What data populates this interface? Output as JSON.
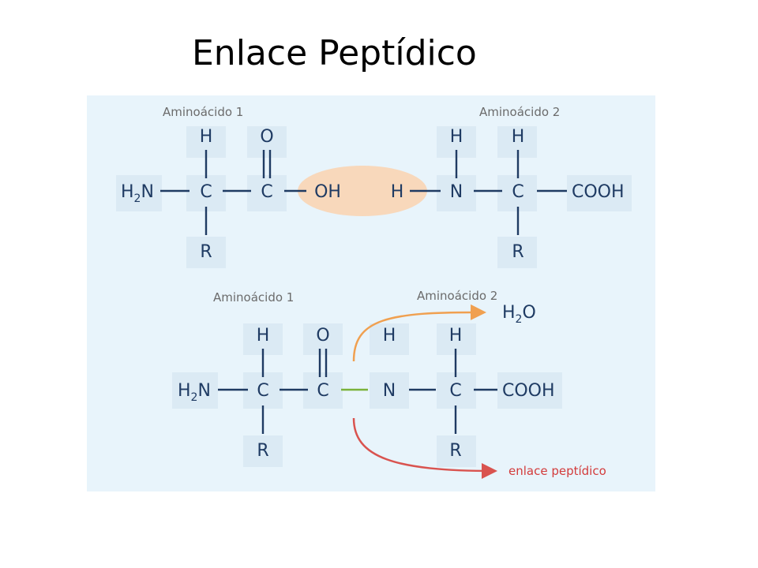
{
  "title": "Enlace Peptídico",
  "colors": {
    "panel": "#e8f4fb",
    "cell": "#dbeaf4",
    "bond": "#1f3b63",
    "highlight": "#f8d8bb",
    "peptide_bond": "#7bb23b",
    "water_arrow": "#f0a050",
    "peptide_arrow": "#d9534f",
    "peptide_label": "#d33b3b"
  },
  "top": {
    "label_aa1": "Aminoácido 1",
    "label_aa2": "Aminoácido 2",
    "atoms": {
      "h2n_main": "H",
      "h2n_sub": "2",
      "h2n_n": "N",
      "h1": "H",
      "c1": "C",
      "r1": "R",
      "o": "O",
      "c2": "C",
      "oh": "OH",
      "h_left": "H",
      "n": "N",
      "h_n": "H",
      "h2": "H",
      "c3": "C",
      "r2": "R",
      "cooh": "COOH"
    }
  },
  "bottom": {
    "label_aa1": "Aminoácido 1",
    "label_aa2": "Aminoácido 2",
    "water_main": "H",
    "water_sub": "2",
    "water_o": "O",
    "peptide_label": "enlace peptídico",
    "atoms": {
      "h2n_main": "H",
      "h2n_sub": "2",
      "h2n_n": "N",
      "h1": "H",
      "c1": "C",
      "r1": "R",
      "o": "O",
      "c2": "C",
      "n": "N",
      "h_n": "H",
      "h2": "H",
      "c3": "C",
      "r2": "R",
      "cooh": "COOH"
    }
  }
}
